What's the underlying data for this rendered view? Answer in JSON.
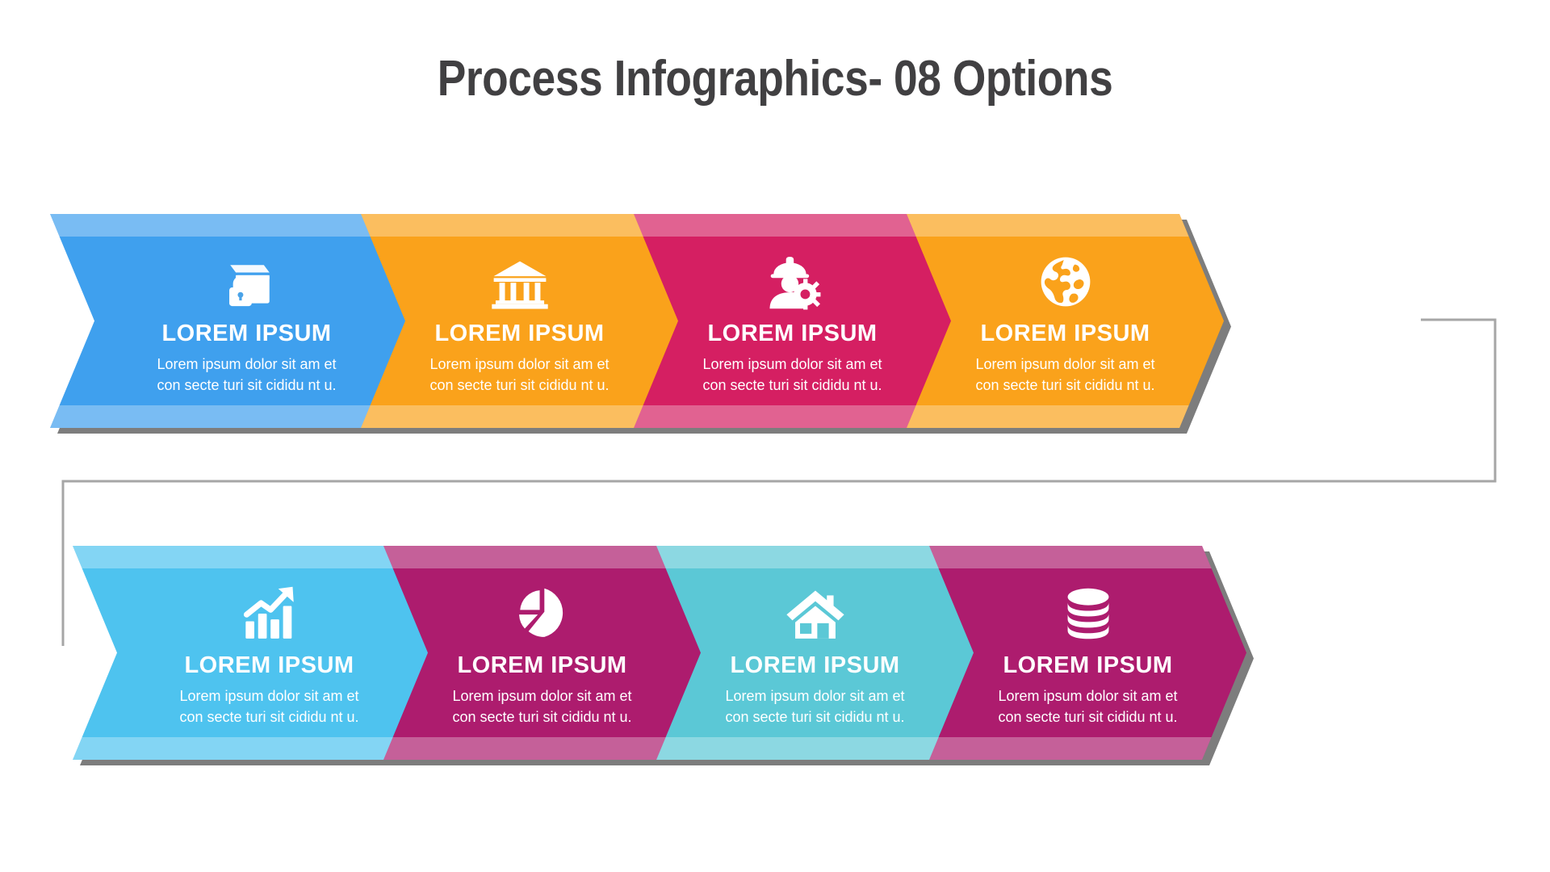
{
  "page": {
    "title": "Process Infographics- 08 Options",
    "background": "#ffffff",
    "title_color": "#414042",
    "connector_color": "#a6a6a6",
    "shadow_color": "#7d7d7d"
  },
  "steps": [
    {
      "index": 1,
      "row": 1,
      "color": "#3fa0ee",
      "icon": "locked-box-icon",
      "heading": "LOREM IPSUM",
      "desc_line1": "Lorem ipsum dolor sit am et",
      "desc_line2": "con secte turi sit cididu nt u."
    },
    {
      "index": 2,
      "row": 1,
      "color": "#faa21b",
      "icon": "bank-icon",
      "heading": "LOREM IPSUM",
      "desc_line1": "Lorem ipsum dolor sit am et",
      "desc_line2": "con secte turi sit cididu nt u."
    },
    {
      "index": 3,
      "row": 1,
      "color": "#d51f62",
      "icon": "engineer-gear-icon",
      "heading": "LOREM IPSUM",
      "desc_line1": "Lorem ipsum dolor sit am et",
      "desc_line2": "con secte turi sit cididu nt u."
    },
    {
      "index": 4,
      "row": 1,
      "color": "#faa21b",
      "icon": "globe-icon",
      "heading": "LOREM IPSUM",
      "desc_line1": "Lorem ipsum dolor sit am et",
      "desc_line2": "con secte turi sit cididu nt u."
    },
    {
      "index": 5,
      "row": 2,
      "color": "#4ec3ef",
      "icon": "growth-chart-icon",
      "heading": "LOREM IPSUM",
      "desc_line1": "Lorem ipsum dolor sit am et",
      "desc_line2": "con secte turi sit cididu nt u."
    },
    {
      "index": 6,
      "row": 2,
      "color": "#ad1c6e",
      "icon": "pie-chart-icon",
      "heading": "LOREM IPSUM",
      "desc_line1": "Lorem ipsum dolor sit am et",
      "desc_line2": "con secte turi sit cididu nt u."
    },
    {
      "index": 7,
      "row": 2,
      "color": "#5bc8d6",
      "icon": "house-icon",
      "heading": "LOREM IPSUM",
      "desc_line1": "Lorem ipsum dolor sit am et",
      "desc_line2": "con secte turi sit cididu nt u."
    },
    {
      "index": 8,
      "row": 2,
      "color": "#ad1c6e",
      "icon": "database-icon",
      "heading": "LOREM IPSUM",
      "desc_line1": "Lorem ipsum dolor sit am et",
      "desc_line2": "con secte turi sit cididu nt u."
    }
  ]
}
